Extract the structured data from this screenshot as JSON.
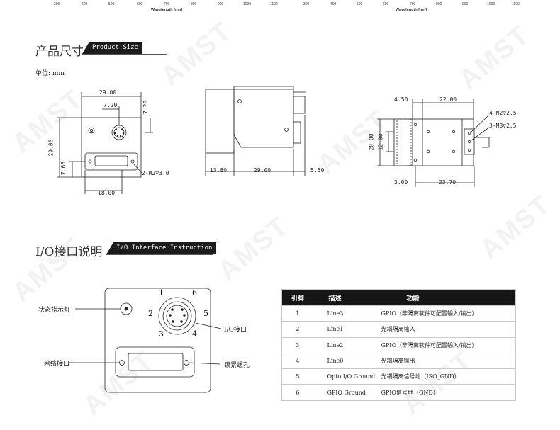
{
  "spectrum_axis_left": {
    "ticks": [
      "300",
      "400",
      "500",
      "600",
      "700",
      "800",
      "900",
      "1000",
      "1100"
    ],
    "label": "Wavelength [nm]"
  },
  "spectrum_axis_right": {
    "ticks": [
      "300",
      "400",
      "500",
      "600",
      "700",
      "800",
      "900",
      "1000",
      "1100"
    ],
    "label": "Wavelength [nm]"
  },
  "watermark": "AMST",
  "product_size": {
    "title_cn": "产品尺寸",
    "title_en": "Product Size",
    "unit_label": "单位: mm"
  },
  "front_view": {
    "dims": {
      "width": "29.00",
      "connector_x": "7.20",
      "connector_y": "7.20",
      "height": "29.00",
      "usb_offset": "7.65",
      "usb_width": "18.00",
      "screw_note": "2-M2▽3.0"
    }
  },
  "side_view": {
    "dims": {
      "lens": "13.80",
      "body": "29.00",
      "rear": "5.50"
    }
  },
  "bottom_view": {
    "dims": {
      "left": "4.50",
      "span": "22.00",
      "height": "20.00",
      "inner_height": "12.00",
      "bottom_left": "3.00",
      "bottom_span": "23.70",
      "screw_a": "4-M2▽2.5",
      "screw_b": "3-M3▽2.5"
    }
  },
  "io_section": {
    "title_cn": "I/O接口说明",
    "title_en": "I/O Interface Instruction"
  },
  "io_diagram": {
    "status_led_label": "状态指示灯",
    "io_port_label": "I/O接口",
    "network_port_label": "网络接口",
    "lock_screw_label": "锁紧螺孔",
    "pins": [
      "1",
      "2",
      "3",
      "4",
      "5",
      "6"
    ]
  },
  "io_table": {
    "headers": [
      "引脚",
      "描述",
      "功能"
    ],
    "rows": [
      [
        "1",
        "Line3",
        "GPIO（非隔离软件可配置输入/输出）"
      ],
      [
        "2",
        "Line1",
        "光耦隔离输入"
      ],
      [
        "3",
        "Line2",
        "GPIO（非隔离软件可配置输入/输出）"
      ],
      [
        "4",
        "Line0",
        "光耦隔离输出"
      ],
      [
        "5",
        "Opto I/O Ground",
        "光耦隔离信号地（ISO_GND）"
      ],
      [
        "6",
        "GPIO Ground",
        "GPIO信号地（GND）"
      ]
    ]
  },
  "colors": {
    "tag_bg": "#1c1c1c",
    "line": "#222222",
    "table_border": "#c9c9c9"
  }
}
